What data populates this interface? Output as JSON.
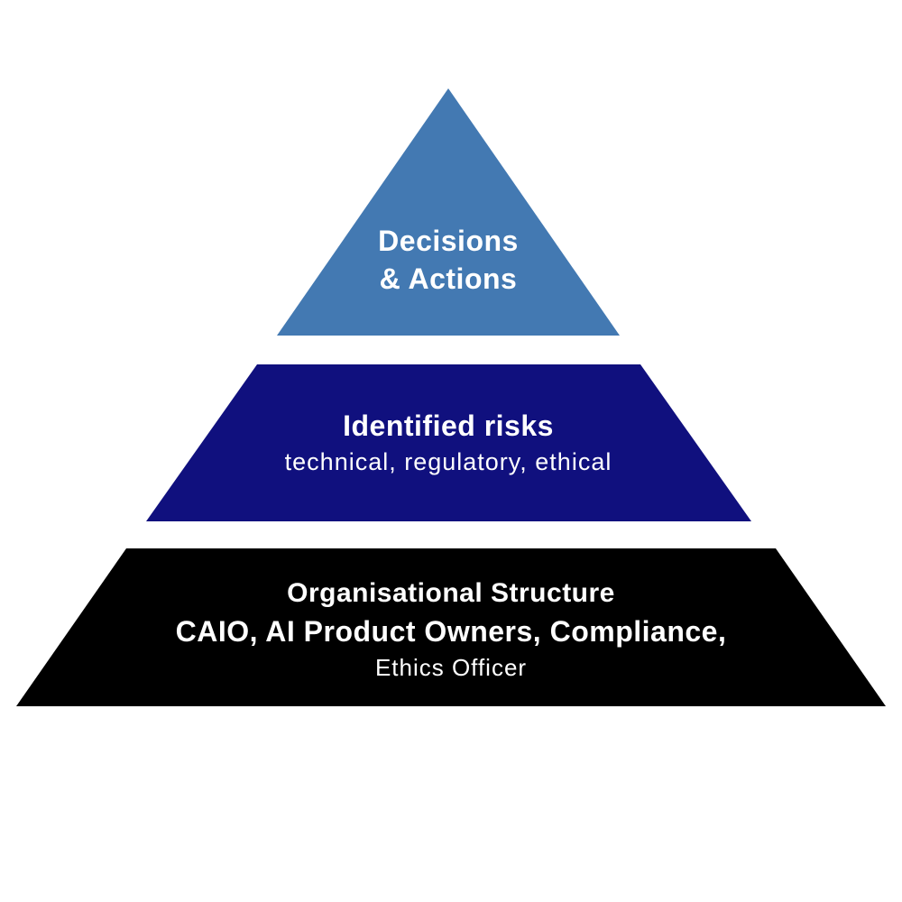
{
  "background_color": "#ffffff",
  "text_color": "#ffffff",
  "diagram": {
    "type": "pyramid",
    "tier_count": 3,
    "tiers": [
      {
        "position": "top",
        "shape": "triangle",
        "color": "#4379b2",
        "line1": "Decisions",
        "line2": "& Actions"
      },
      {
        "position": "middle",
        "shape": "trapezoid",
        "color": "#10107e",
        "title": "Identified risks",
        "subtitle": "technical, regulatory, ethical"
      },
      {
        "position": "bottom",
        "shape": "trapezoid",
        "color": "#000000",
        "title": "Organisational Structure",
        "line2": "CAIO, AI Product Owners, Compliance,",
        "line3": "Ethics Officer"
      }
    ]
  }
}
